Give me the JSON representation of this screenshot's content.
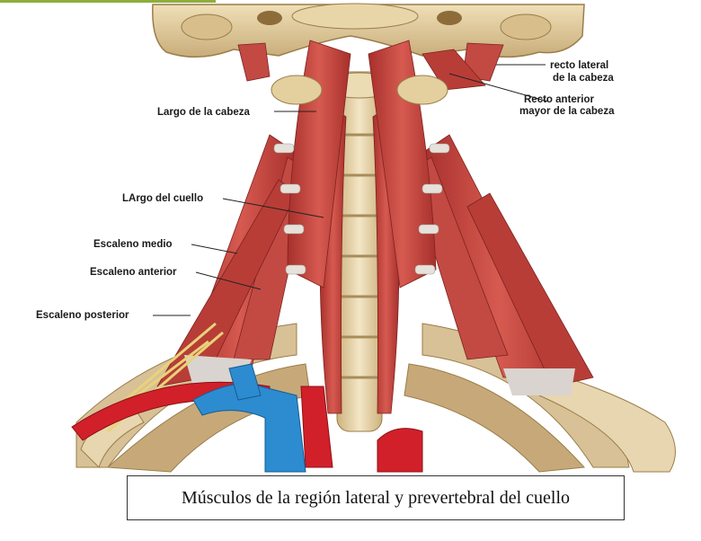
{
  "figure": {
    "caption": "Músculos de la región lateral y prevertebral del cuello",
    "colors": {
      "muscle": "#c8443f",
      "muscle_dark": "#9e2b2a",
      "tendon": "#d9d4cf",
      "bone": "#e2cfa3",
      "bone_dark": "#c2a673",
      "artery": "#d1202a",
      "vein": "#2d8bd0",
      "nerve": "#e8d27a"
    },
    "labels": {
      "recto_lateral_1": "recto lateral",
      "recto_lateral_2": "de la cabeza",
      "recto_anterior_1": "Recto anterior",
      "recto_anterior_2": "mayor de la cabeza",
      "largo_cabeza": "Largo de la cabeza",
      "largo_cuello": "LArgo del cuello",
      "escaleno_medio": "Escaleno medio",
      "escaleno_anterior": "Escaleno anterior",
      "escaleno_posterior": "Escaleno posterior"
    }
  }
}
